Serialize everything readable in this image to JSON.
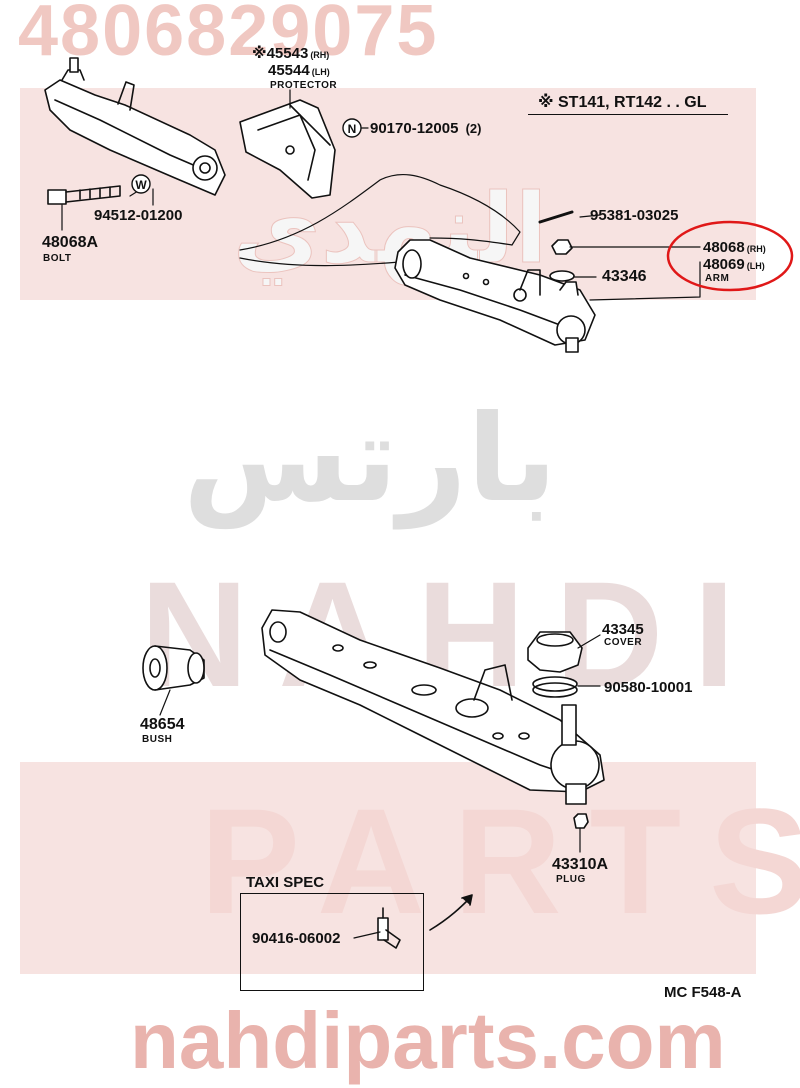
{
  "watermark": {
    "part_number": "4806829075",
    "arabic_top": "النهدي",
    "arabic_bottom": "بارتس",
    "nahdi": "NAHDI",
    "parts": "PARTS",
    "site": "nahdiparts.com"
  },
  "model_note": "※ ST141, RT142 . . GL",
  "labels": {
    "protector_rh": {
      "mark": "※",
      "number": "45543",
      "suffix": "(RH)"
    },
    "protector_lh": {
      "number": "45544",
      "suffix": "(LH)"
    },
    "protector_name": "PROTECTOR",
    "nut_symbol": "N",
    "nut": "90170-12005",
    "nut_qty": "(2)",
    "washer_symbol": "W",
    "washer": "94512-01200",
    "bolt": "48068A",
    "bolt_name": "BOLT",
    "pin": "95381-03025",
    "arm_rh": {
      "number": "48068",
      "suffix": "(RH)"
    },
    "arm_lh": {
      "number": "48069",
      "suffix": "(LH)"
    },
    "arm_name": "ARM",
    "top_part": "43346",
    "cover": "43345",
    "cover_name": "COVER",
    "ring": "90580-10001",
    "bush": "48654",
    "bush_name": "BUSH",
    "plug": "43310A",
    "plug_name": "PLUG",
    "taxi_title": "TAXI SPEC",
    "fitting": "90416-06002",
    "reference": "MC F548-A"
  },
  "colors": {
    "highlight_ellipse": "#e01818",
    "line_art": "#111111",
    "watermark_band": "#f7e3e1"
  }
}
